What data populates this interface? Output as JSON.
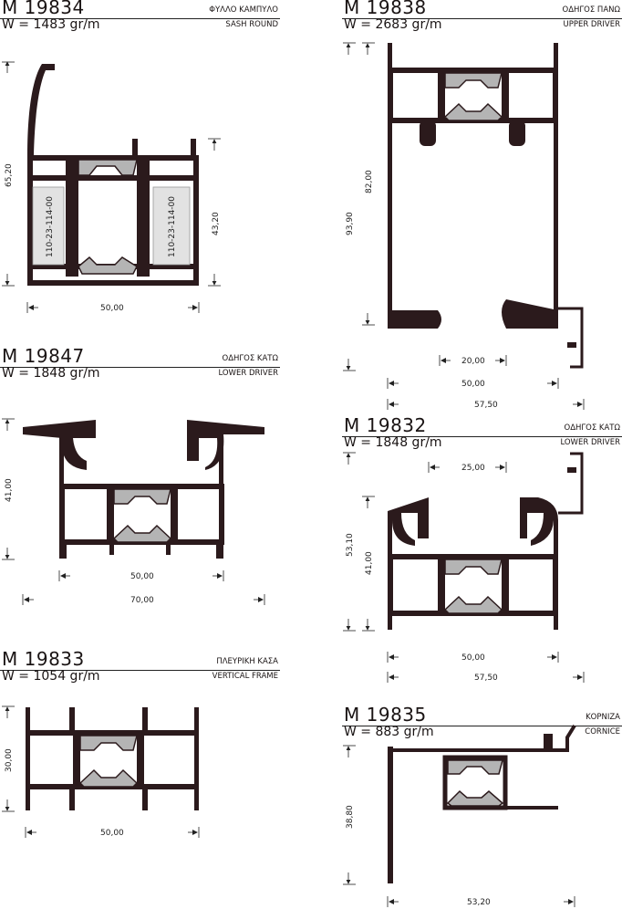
{
  "profiles": [
    {
      "code": "M 19834",
      "name_gr": "ΦΥΛΛΟ ΚΑΜΠΥΛΟ",
      "weight": "W = 1483 gr/m",
      "name_en": "SASH ROUND",
      "dims": [
        "65,20",
        "43,20",
        "50,00"
      ],
      "insert_label": "110-23-114-00"
    },
    {
      "code": "M 19838",
      "name_gr": "ΟΔΗΓΟΣ ΠΑΝΩ",
      "weight": "W = 2683 gr/m",
      "name_en": "UPPER DRIVER",
      "dims": [
        "93,90",
        "82,00",
        "20,00",
        "50,00",
        "57,50"
      ]
    },
    {
      "code": "M 19847",
      "name_gr": "ΟΔΗΓΟΣ ΚΑΤΩ",
      "weight": "W = 1848 gr/m",
      "name_en": "LOWER DRIVER",
      "dims": [
        "41,00",
        "50,00",
        "70,00"
      ]
    },
    {
      "code": "M 19832",
      "name_gr": "ΟΔΗΓΟΣ ΚΑΤΩ",
      "weight": "W = 1848 gr/m",
      "name_en": "LOWER DRIVER",
      "dims": [
        "25,00",
        "53,10",
        "41,00",
        "50,00",
        "57,50"
      ]
    },
    {
      "code": "M 19833",
      "name_gr": "ΠΛΕΥΡΙΚΗ ΚΑΣΑ",
      "weight": "W = 1054 gr/m",
      "name_en": "VERTICAL FRAME",
      "dims": [
        "30,00",
        "50,00"
      ]
    },
    {
      "code": "M 19835",
      "name_gr": "ΚΟΡΝΙΖΑ",
      "weight": "W = 883 gr/m",
      "name_en": "CORNICE",
      "dims": [
        "38,80",
        "53,20"
      ]
    }
  ]
}
